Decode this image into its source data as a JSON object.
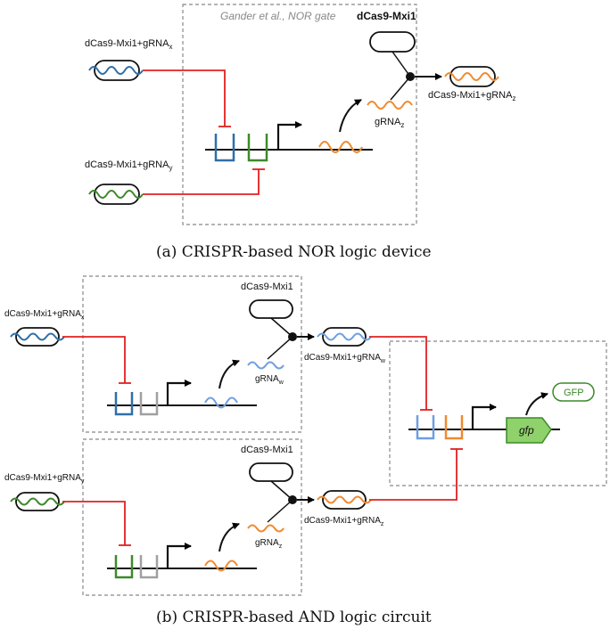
{
  "panel_a": {
    "box_title": "Gander et al., NOR gate",
    "complex_top": "dCas9-Mxi1",
    "input_x": {
      "base": "dCas9-Mxi1+gRNA",
      "sub": "x"
    },
    "input_y": {
      "base": "dCas9-Mxi1+gRNA",
      "sub": "y"
    },
    "grna_out": {
      "base": "gRNA",
      "sub": "z"
    },
    "output": {
      "base": "dCas9-Mxi1+gRNA",
      "sub": "z"
    },
    "caption": "(a)  CRISPR-based NOR logic device"
  },
  "panel_b": {
    "top_complex": "dCas9-Mxi1",
    "bottom_complex": "dCas9-Mxi1",
    "input_x": {
      "base": "dCas9-Mxi1+gRNA",
      "sub": "x"
    },
    "input_y": {
      "base": "dCas9-Mxi1+gRNA",
      "sub": "y"
    },
    "grna_w": {
      "base": "gRNA",
      "sub": "w"
    },
    "grna_z": {
      "base": "gRNA",
      "sub": "z"
    },
    "output_w": {
      "base": "dCas9-Mxi1+gRNA",
      "sub": "w"
    },
    "output_z": {
      "base": "dCas9-Mxi1+gRNA",
      "sub": "z"
    },
    "reporter_gene": "gfp",
    "reporter_protein": "GFP",
    "caption": "(b)  CRISPR-based AND logic circuit"
  },
  "colors": {
    "repression": "#e02020",
    "blue": "#2f6fa8",
    "light_blue": "#6f9fe0",
    "green": "#3d8a2a",
    "orange": "#f08a30",
    "gray": "#a0a0a0",
    "gfp_fill": "#8fd16a",
    "gfp_stroke": "#3d8a2a",
    "box": "#888888"
  }
}
